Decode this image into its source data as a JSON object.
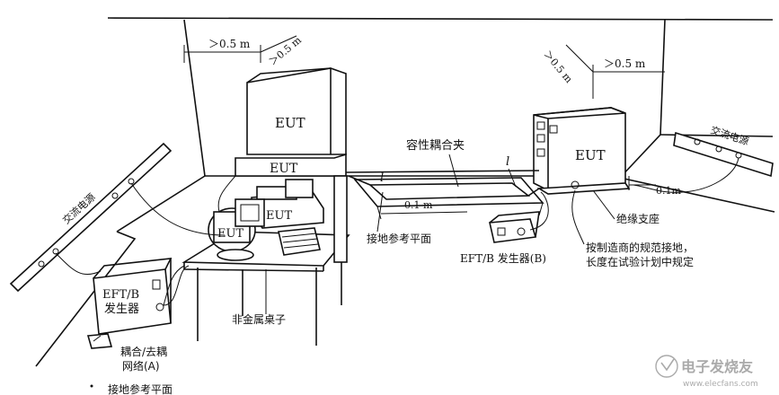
{
  "labels": {
    "dim_left_h": "＞0.5 m",
    "dim_left_v": "＞0.5 m",
    "dim_right_v": "＞0.5 m",
    "dim_right_h": "＞0.5 m",
    "eut_top_left": "EUT",
    "eut_mid_left": "EUT",
    "eut_small": "EUT",
    "eut_monitor": "EUT",
    "eut_right": "EUT",
    "ac_power_left": "交流电源",
    "ac_power_right": "交流电源",
    "capacitive_clamp": "容性耦合夹",
    "length_l_left": "l",
    "length_l_right": "l",
    "dist_clamp": "0.1 m",
    "dist_right": "0.1m",
    "ground_plane_mid": "接地参考平面",
    "insulating_support": "绝缘支座",
    "grounding_note_1": "按制造商的规范接地，",
    "grounding_note_2": "长度在试验计划中规定",
    "eft_generator_b": "EFT/B 发生器(B)",
    "eft_generator_a_1": "EFT/B",
    "eft_generator_a_2": "发生器",
    "non_metal_table": "非金属桌子",
    "cdn_1": "耦合/去耦",
    "cdn_2": "网络(A)",
    "ground_plane_bottom": "接地参考平面",
    "watermark": "电子发烧友",
    "watermark_url": "www.elecfans.com"
  }
}
